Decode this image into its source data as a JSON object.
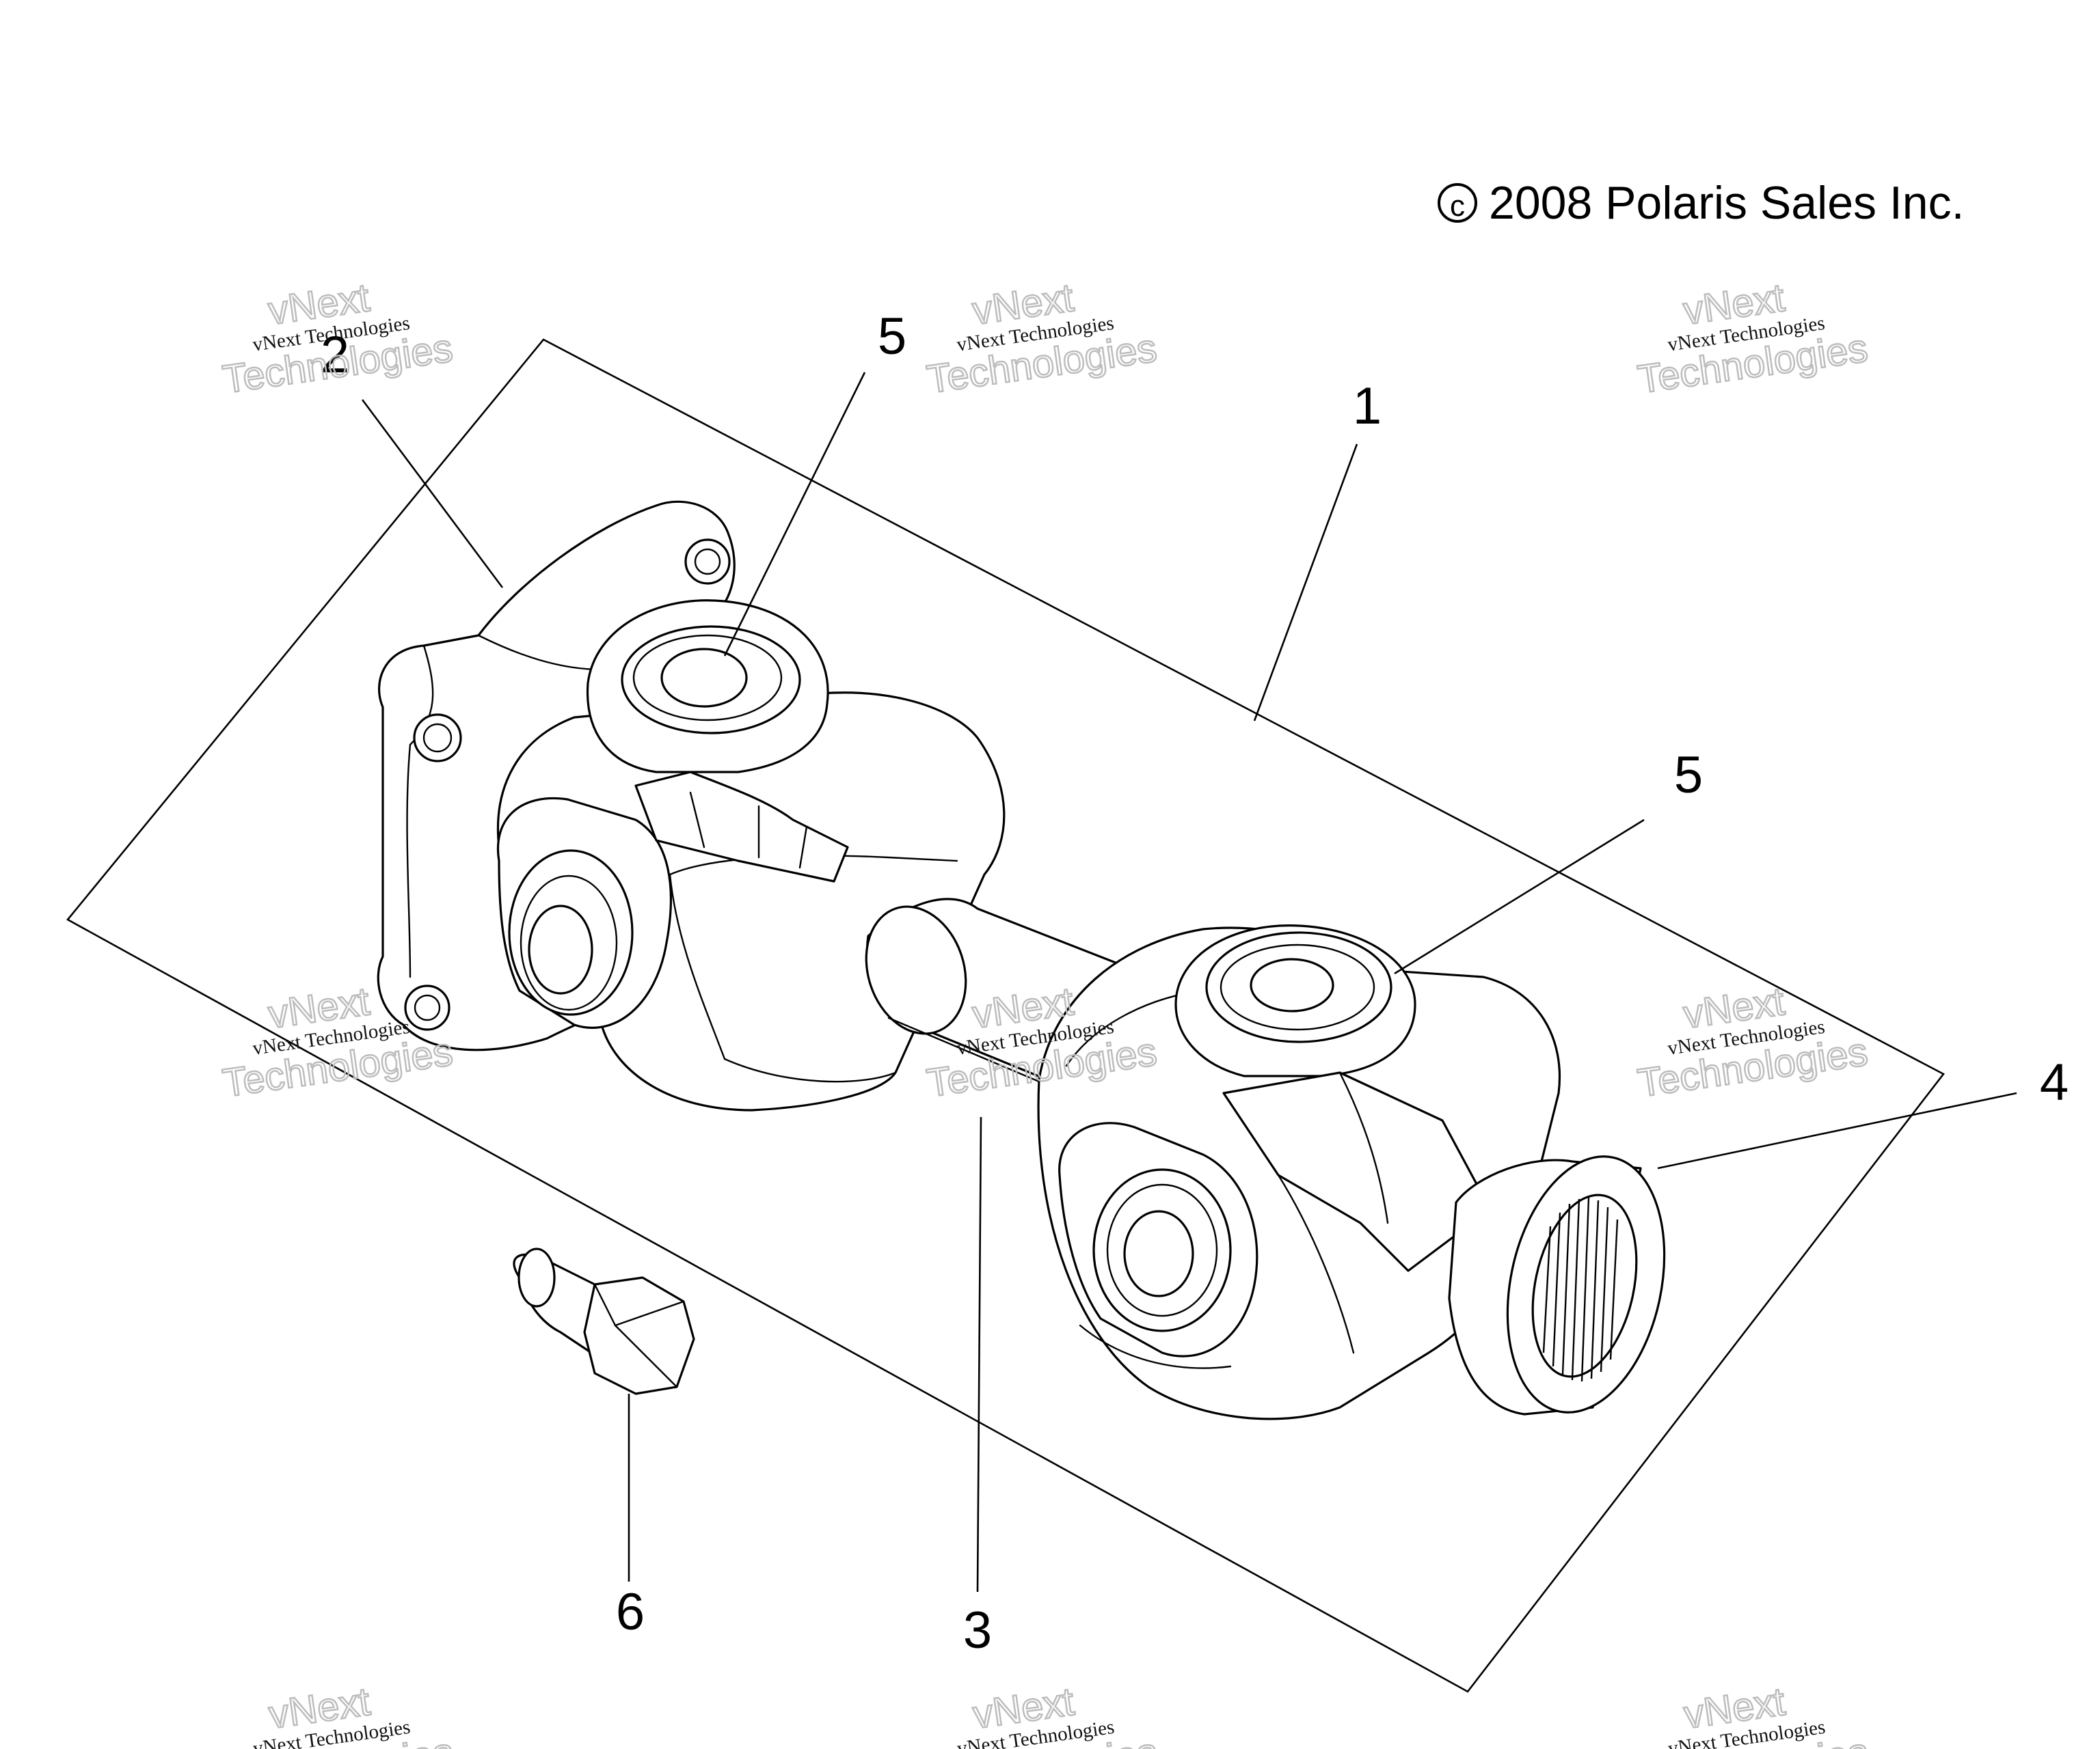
{
  "copyright": "2008 Polaris Sales Inc.",
  "copyright_symbol": "c",
  "callouts": {
    "c1": "1",
    "c2": "2",
    "c3": "3",
    "c4": "4",
    "c5a": "5",
    "c5b": "5",
    "c6": "6"
  },
  "watermark": {
    "line1": "vNext Technologies",
    "line2a": "vNext",
    "line2b": "Technologies"
  }
}
